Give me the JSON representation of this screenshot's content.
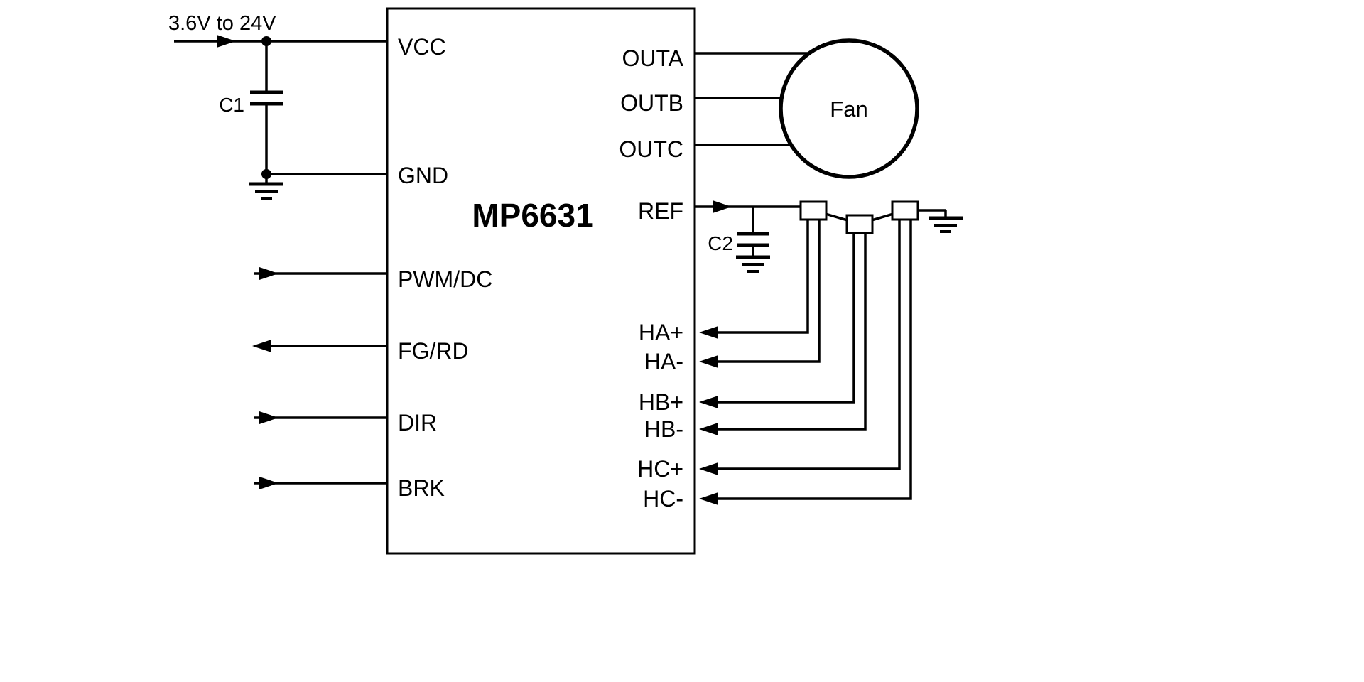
{
  "diagram": {
    "supply": {
      "label": "3.6V to 24V"
    },
    "ic": {
      "name": "MP6631",
      "left_pins": [
        "VCC",
        "GND",
        "PWM/DC",
        "FG/RD",
        "DIR",
        "BRK"
      ],
      "right_pins": [
        "OUTA",
        "OUTB",
        "OUTC",
        "REF",
        "HA+",
        "HA-",
        "HB+",
        "HB-",
        "HC+",
        "HC-"
      ]
    },
    "components": {
      "c1_label": "C1",
      "c2_label": "C2",
      "fan_label": "Fan",
      "hall_sensors": 3
    },
    "colors": {
      "line": "#000000",
      "background": "#ffffff"
    }
  }
}
